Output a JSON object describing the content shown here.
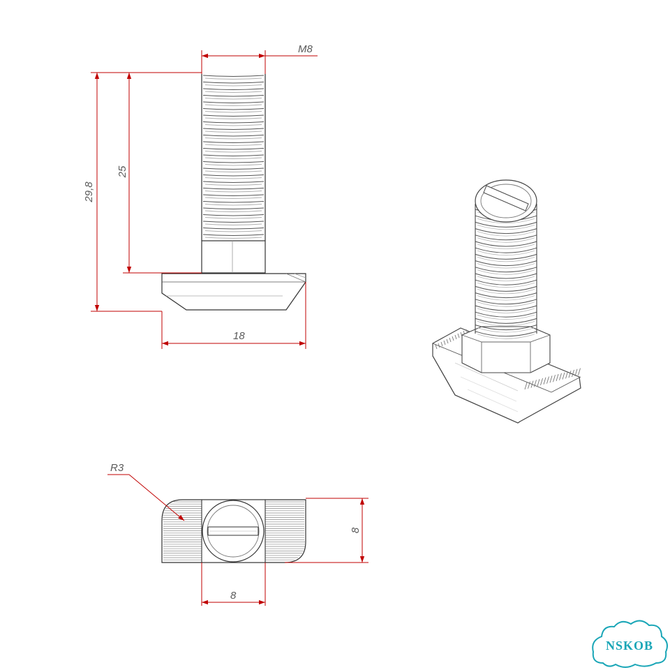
{
  "dimensions": {
    "thread": "M8",
    "total_height": "29,8",
    "shank_length": "25",
    "head_width": "18",
    "radius": "R3",
    "head_depth": "8",
    "shank_width": "8"
  },
  "logo": {
    "text": "NSKOB"
  },
  "colors": {
    "dimension_line": "#c00000",
    "outline": "#333333",
    "hatch": "#8a8a8a",
    "logo": "#1aa6b7"
  }
}
